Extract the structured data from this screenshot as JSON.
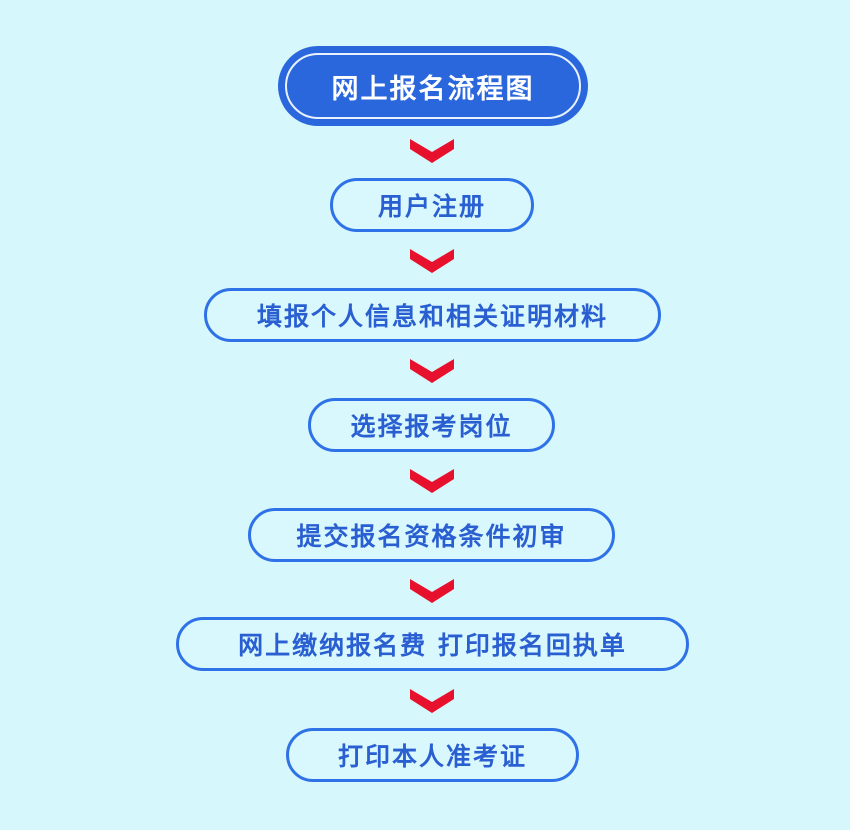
{
  "title": "网上报名流程图",
  "steps": [
    "用户注册",
    "填报个人信息和相关证明材料",
    "选择报考岗位",
    "提交报名资格条件初审",
    "网上缴纳报名费 打印报名回执单",
    "打印本人准考证"
  ],
  "colors": {
    "background": "#d6f7fc",
    "primary": "#2a67dd",
    "arrow": "#e8112d",
    "text": "#2a5fd2"
  }
}
